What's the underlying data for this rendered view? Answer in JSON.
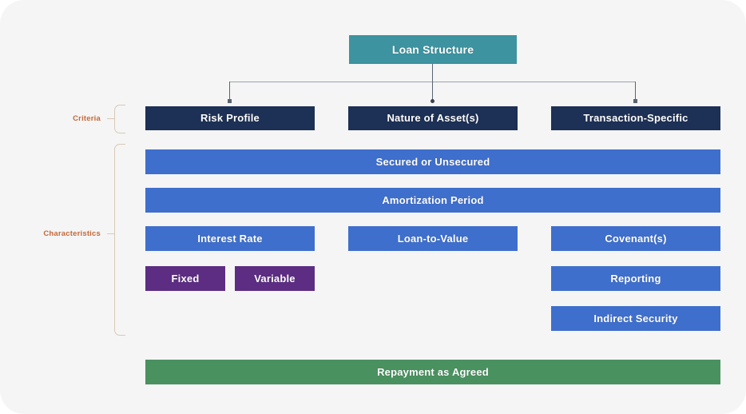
{
  "diagram": {
    "title": "Loan Structure",
    "background_color": "#f5f5f5",
    "root": {
      "label": "Loan Structure",
      "color": "#3d939f"
    },
    "row_labels": {
      "criteria": "Criteria",
      "characteristics": "Characteristics",
      "label_color": "#c4683a",
      "bracket_color": "#d8c9b8"
    },
    "criteria": {
      "color": "#1d3055",
      "items": [
        {
          "label": "Risk Profile"
        },
        {
          "label": "Nature of Asset(s)"
        },
        {
          "label": "Transaction-Specific"
        }
      ]
    },
    "full_width_characteristics": {
      "color": "#3f6fcc",
      "items": [
        {
          "label": "Secured or Unsecured"
        },
        {
          "label": "Amortization Period"
        }
      ]
    },
    "column_characteristics": {
      "color": "#3f6fcc",
      "sub_color": "#5c2d82",
      "columns": [
        {
          "parent": "Risk Profile",
          "items": [
            {
              "label": "Interest Rate"
            }
          ],
          "sub_items": [
            {
              "label": "Fixed"
            },
            {
              "label": "Variable"
            }
          ]
        },
        {
          "parent": "Nature of Asset(s)",
          "items": [
            {
              "label": "Loan-to-Value"
            }
          ],
          "sub_items": []
        },
        {
          "parent": "Transaction-Specific",
          "items": [
            {
              "label": "Covenant(s)"
            },
            {
              "label": "Reporting"
            },
            {
              "label": "Indirect Security"
            }
          ],
          "sub_items": []
        }
      ]
    },
    "footer": {
      "label": "Repayment as Agreed",
      "color": "#4a9160"
    }
  }
}
